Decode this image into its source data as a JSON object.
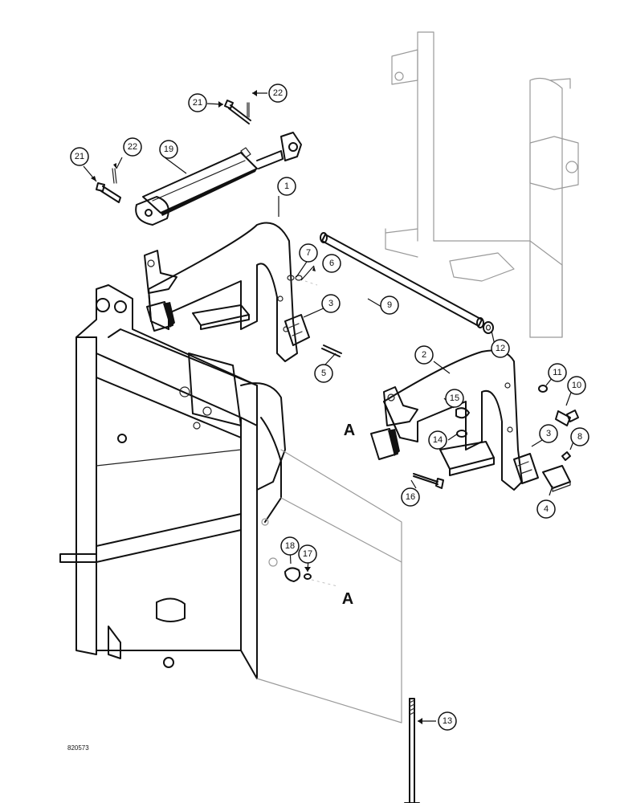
{
  "figure_number": "820573",
  "view_letters": [
    "A",
    "A"
  ],
  "callouts": [
    {
      "label": "1"
    },
    {
      "label": "2"
    },
    {
      "label": "3"
    },
    {
      "label": "3"
    },
    {
      "label": "4"
    },
    {
      "label": "5"
    },
    {
      "label": "6"
    },
    {
      "label": "7"
    },
    {
      "label": "8"
    },
    {
      "label": "9"
    },
    {
      "label": "10"
    },
    {
      "label": "11"
    },
    {
      "label": "12"
    },
    {
      "label": "13"
    },
    {
      "label": "14"
    },
    {
      "label": "15"
    },
    {
      "label": "16"
    },
    {
      "label": "17"
    },
    {
      "label": "18"
    },
    {
      "label": "19"
    },
    {
      "label": "21"
    },
    {
      "label": "22"
    },
    {
      "label": "21"
    },
    {
      "label": "22"
    }
  ]
}
